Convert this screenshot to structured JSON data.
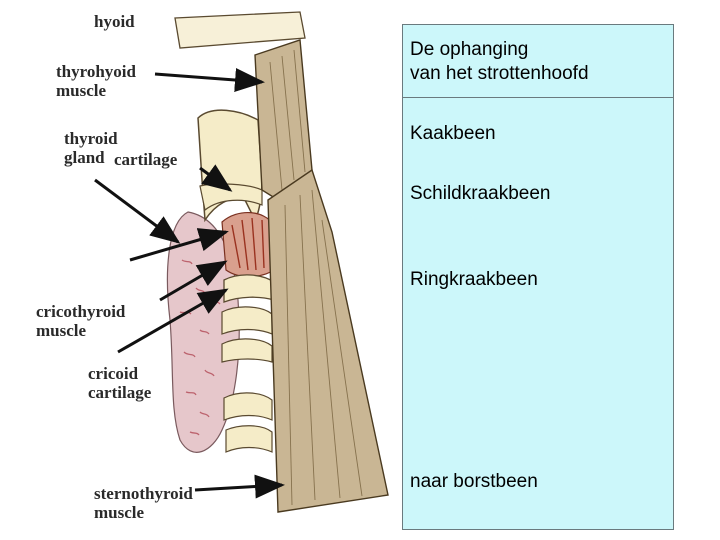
{
  "diagram": {
    "labels": {
      "hyoid": "hyoid",
      "thyrohyoid": "thyrohyoid\nmuscle",
      "thyroid_gland": "thyroid\ngland",
      "thyroid_cartilage": "cartilage",
      "cricothyroid": "cricothyroid\nmuscle",
      "cricoid": "cricoid\ncartilage",
      "sternothyroid": "sternothyroid\nmuscle"
    }
  },
  "panel": {
    "title": "De ophanging\nvan het strottenhoofd",
    "items": [
      "Kaakbeen",
      "Schildkraakbeen",
      "Ringkraakbeen",
      "naar borstbeen"
    ]
  },
  "colors": {
    "panel_bg": "#ccf7fa",
    "cartilage": "#f5ecc8",
    "muscle": "#c9b694",
    "gland": "#e8c8cc"
  }
}
